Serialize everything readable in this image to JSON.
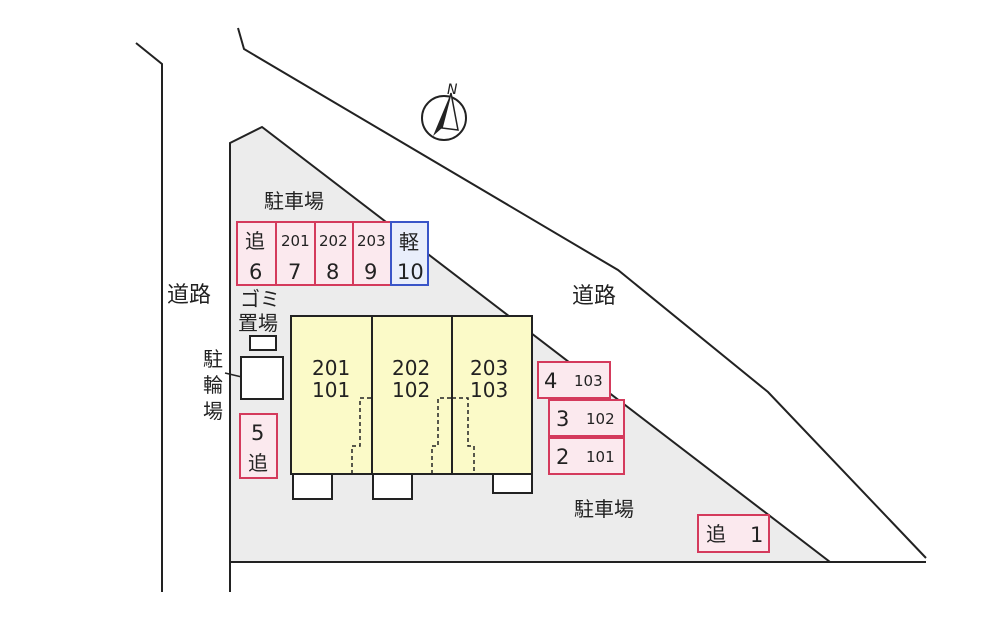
{
  "labels": {
    "road_left": "道路",
    "road_right": "道路",
    "parking_top": "駐車場",
    "parking_bottom": "駐車場",
    "garbage_line1": "ゴミ",
    "garbage_line2": "置場",
    "bike_line1": "駐",
    "bike_line2": "輪",
    "bike_line3": "場",
    "compass": "N"
  },
  "top_spaces": [
    {
      "top": "追",
      "bottom": "6"
    },
    {
      "top": "201",
      "bottom": "7"
    },
    {
      "top": "202",
      "bottom": "8"
    },
    {
      "top": "203",
      "bottom": "9"
    },
    {
      "top": "軽",
      "bottom": "10"
    }
  ],
  "units": [
    {
      "upper": "201",
      "lower": "101"
    },
    {
      "upper": "202",
      "lower": "102"
    },
    {
      "upper": "203",
      "lower": "103"
    }
  ],
  "right_spaces": [
    {
      "num": "4",
      "unit": "103"
    },
    {
      "num": "3",
      "unit": "102"
    },
    {
      "num": "2",
      "unit": "101"
    }
  ],
  "space5": {
    "num": "5",
    "sub": "追"
  },
  "space1": {
    "left": "追",
    "right": "1"
  },
  "colors": {
    "lot_fill": "#ececec",
    "space_fill": "#fbe9ee",
    "space_stroke": "#d43a5c",
    "compact_fill": "#e9eefb",
    "compact_stroke": "#3a55c8",
    "building_fill": "#fbfac8"
  }
}
